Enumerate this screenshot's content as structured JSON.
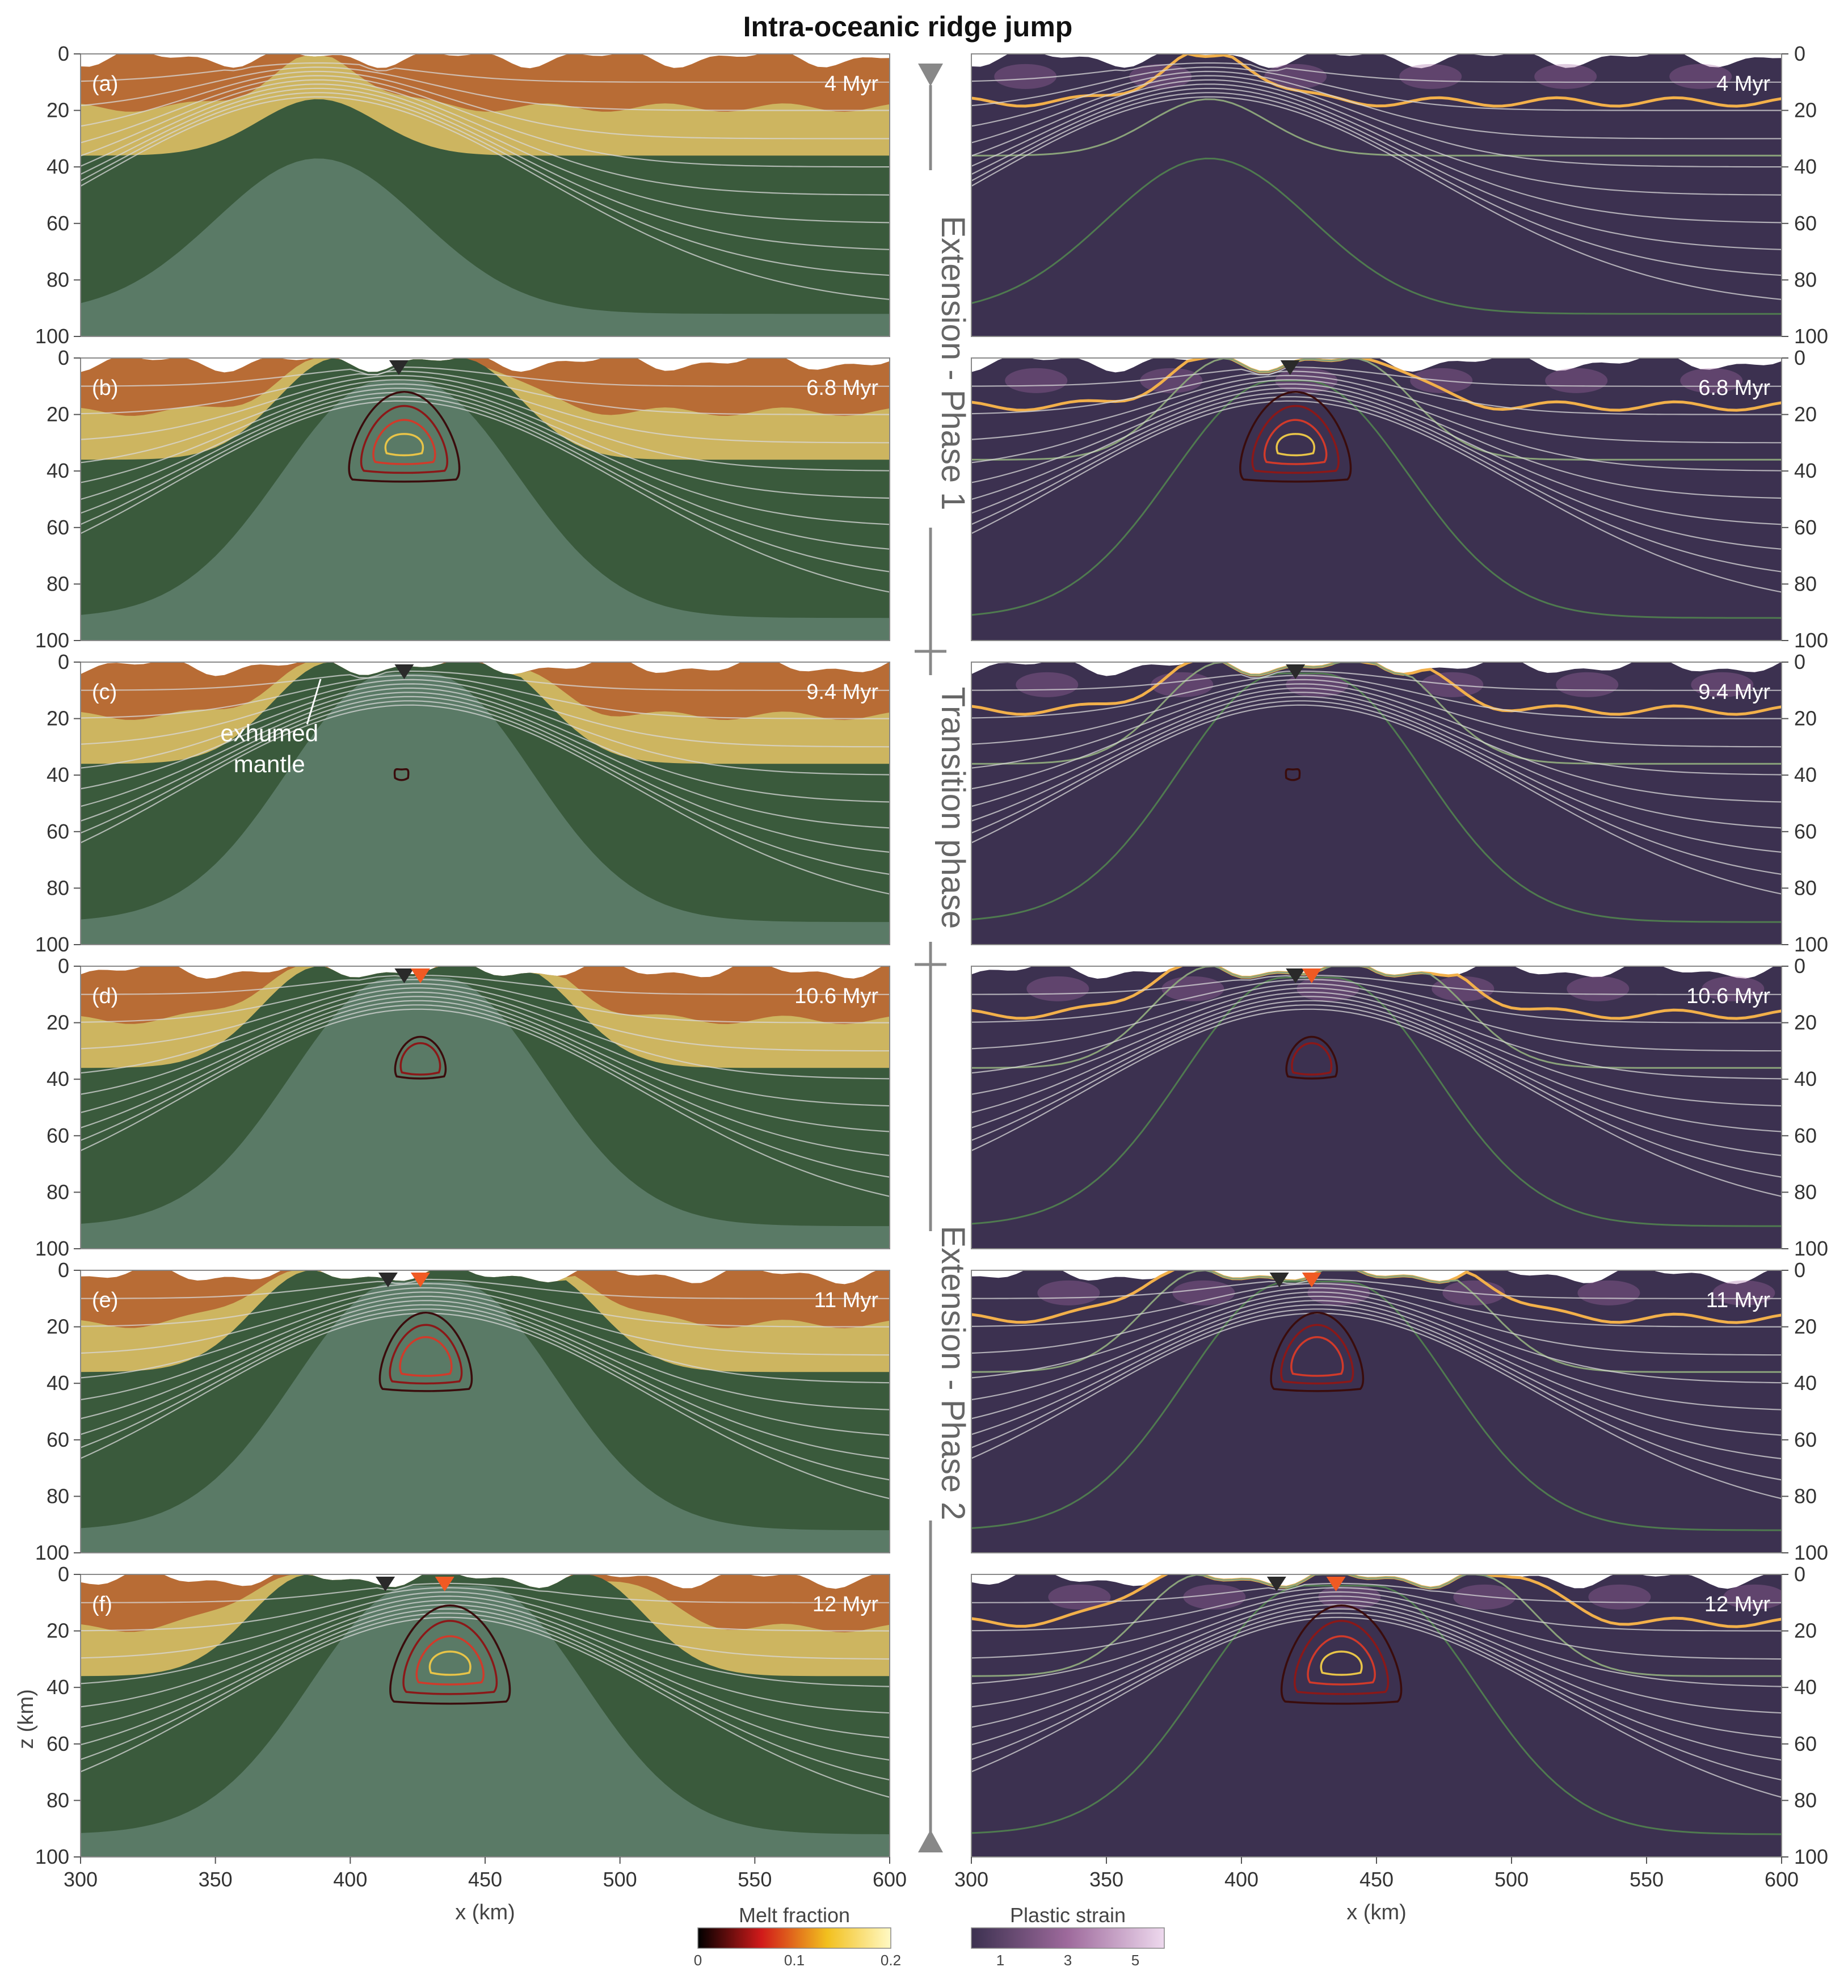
{
  "title": "Intra-oceanic ridge jump",
  "chart_data": {
    "type": "area",
    "title": "Intra-oceanic ridge jump",
    "xlabel": "x (km)",
    "ylabel": "z (km)",
    "xlim": [
      300,
      600
    ],
    "ylim": [
      0,
      100
    ],
    "x_ticks": [
      "300",
      "350",
      "400",
      "450",
      "500",
      "550",
      "600"
    ],
    "y_ticks": [
      "0",
      "20",
      "40",
      "60",
      "80",
      "100"
    ],
    "snapshots": [
      {
        "label": "(a)",
        "time": "4 Myr",
        "ridge_markers": [],
        "rise_center_x": 388,
        "asth_top": 37,
        "lith_top": 16,
        "exhumed_halfwidth": 0,
        "melt": null
      },
      {
        "label": "(b)",
        "time": "6.8 Myr",
        "ridge_markers": [
          {
            "x": 418,
            "color": "black"
          }
        ],
        "rise_center_x": 418,
        "asth_top": 8,
        "lith_top": 0,
        "exhumed_halfwidth": 38,
        "melt": {
          "x": 420,
          "z_top": 12,
          "z_bottom": 43,
          "half_width": 24,
          "levels": 4
        }
      },
      {
        "label": "(c)",
        "time": "9.4 Myr",
        "ridge_markers": [
          {
            "x": 420,
            "color": "black"
          }
        ],
        "rise_center_x": 422,
        "asth_top": 4,
        "lith_top": 0,
        "exhumed_halfwidth": 48,
        "melt": {
          "x": 419,
          "z_top": 38,
          "z_bottom": 41,
          "half_width": 3,
          "levels": 1
        },
        "annotation": [
          "exhumed",
          "mantle"
        ]
      },
      {
        "label": "(d)",
        "time": "10.6 Myr",
        "ridge_markers": [
          {
            "x": 420,
            "color": "black"
          },
          {
            "x": 426,
            "color": "orange"
          }
        ],
        "rise_center_x": 425,
        "asth_top": 4,
        "lith_top": 0,
        "exhumed_halfwidth": 60,
        "melt": {
          "x": 426,
          "z_top": 25,
          "z_bottom": 39,
          "half_width": 11,
          "levels": 2
        }
      },
      {
        "label": "(e)",
        "time": "11 Myr",
        "ridge_markers": [
          {
            "x": 414,
            "color": "black"
          },
          {
            "x": 426,
            "color": "orange"
          }
        ],
        "rise_center_x": 428,
        "asth_top": 4,
        "lith_top": 0,
        "exhumed_halfwidth": 70,
        "melt": {
          "x": 428,
          "z_top": 15,
          "z_bottom": 42,
          "half_width": 20,
          "levels": 3
        }
      },
      {
        "label": "(f)",
        "time": "12 Myr",
        "ridge_markers": [
          {
            "x": 413,
            "color": "black"
          },
          {
            "x": 435,
            "color": "orange"
          }
        ],
        "rise_center_x": 436,
        "asth_top": 4,
        "lith_top": 0,
        "exhumed_halfwidth": 85,
        "melt": {
          "x": 437,
          "z_top": 11,
          "z_bottom": 45,
          "half_width": 26,
          "levels": 4
        }
      }
    ],
    "phases": [
      "Extension - Phase 1",
      "Transition phase",
      "Extension - Phase 2"
    ],
    "colorbars": [
      {
        "label": "Melt fraction",
        "ticks": [
          "0",
          "0.1",
          "0.2"
        ],
        "colors": [
          "#000000",
          "#d11a1a",
          "#f2c01e",
          "#fff9c4"
        ]
      },
      {
        "label": "Plastic strain",
        "ticks": [
          "1",
          "3",
          "5"
        ],
        "colors": [
          "#3c3150",
          "#9e6a9c",
          "#eed9ee"
        ]
      }
    ],
    "layers": {
      "upper_crust": "#b86c35",
      "lower_crust": "#cdb560",
      "lithosphere": "#3a5a3c",
      "asthenosphere": "#5a7a66",
      "strain_background": "#3c3150"
    }
  }
}
